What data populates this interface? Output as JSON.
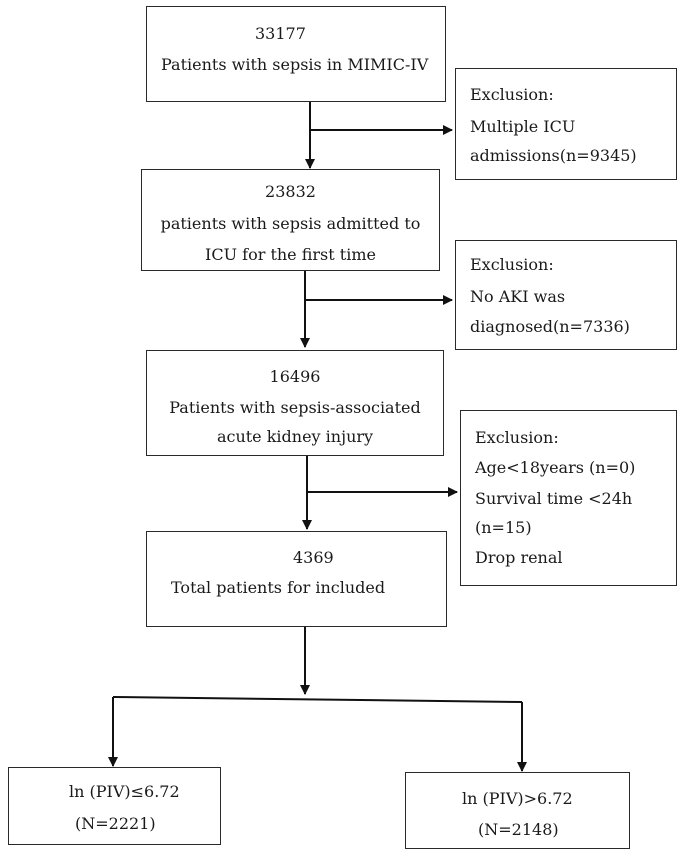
{
  "steps": [
    {
      "count": "33177",
      "label": "Patients with sepsis in MIMIC-IV"
    },
    {
      "count": "23832",
      "label_lines": [
        "patients with sepsis admitted to",
        "ICU for the first time"
      ]
    },
    {
      "count": "16496",
      "label_lines": [
        "Patients with sepsis-associated",
        "acute kidney injury"
      ]
    },
    {
      "count": "4369",
      "label": "Total patients for included"
    }
  ],
  "exclusions": [
    {
      "title": "Exclusion:",
      "lines": [
        "Multiple ICU",
        "admissions(n=9345)"
      ]
    },
    {
      "title": "Exclusion:",
      "lines": [
        "No AKI was",
        "diagnosed(n=7336)"
      ]
    },
    {
      "title": "Exclusion:",
      "lines": [
        "Age<18years (n=0)",
        "Survival time <24h",
        "(n=15)",
        "Drop renal"
      ]
    }
  ],
  "groups": [
    {
      "label": "ln (PIV)≤6.72",
      "n": "(N=2221)"
    },
    {
      "label": "ln (PIV)>6.72",
      "n": "(N=2148)"
    }
  ]
}
